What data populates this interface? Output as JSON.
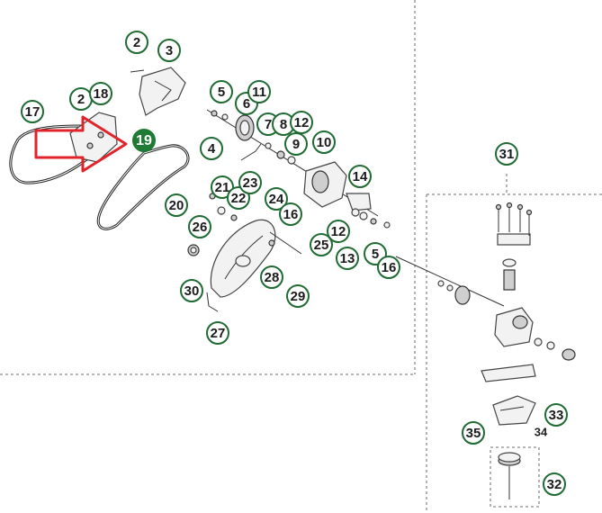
{
  "callouts": [
    {
      "id": "c-2a",
      "label": "2"
    },
    {
      "id": "c-3",
      "label": "3"
    },
    {
      "id": "c-17",
      "label": "17"
    },
    {
      "id": "c-2b",
      "label": "2"
    },
    {
      "id": "c-18",
      "label": "18"
    },
    {
      "id": "c-19",
      "label": "19",
      "highlight": true
    },
    {
      "id": "c-5a",
      "label": "5"
    },
    {
      "id": "c-6",
      "label": "6"
    },
    {
      "id": "c-11",
      "label": "11"
    },
    {
      "id": "c-7",
      "label": "7"
    },
    {
      "id": "c-8",
      "label": "8"
    },
    {
      "id": "c-12a",
      "label": "12"
    },
    {
      "id": "c-9",
      "label": "9"
    },
    {
      "id": "c-10",
      "label": "10"
    },
    {
      "id": "c-4",
      "label": "4"
    },
    {
      "id": "c-14",
      "label": "14"
    },
    {
      "id": "c-21",
      "label": "21"
    },
    {
      "id": "c-22",
      "label": "22"
    },
    {
      "id": "c-23",
      "label": "23"
    },
    {
      "id": "c-20",
      "label": "20"
    },
    {
      "id": "c-24",
      "label": "24"
    },
    {
      "id": "c-16a",
      "label": "16"
    },
    {
      "id": "c-26",
      "label": "26"
    },
    {
      "id": "c-12b",
      "label": "12"
    },
    {
      "id": "c-25",
      "label": "25"
    },
    {
      "id": "c-13",
      "label": "13"
    },
    {
      "id": "c-5b",
      "label": "5"
    },
    {
      "id": "c-16b",
      "label": "16"
    },
    {
      "id": "c-30",
      "label": "30"
    },
    {
      "id": "c-28",
      "label": "28"
    },
    {
      "id": "c-29",
      "label": "29"
    },
    {
      "id": "c-27",
      "label": "27"
    },
    {
      "id": "c-31",
      "label": "31"
    },
    {
      "id": "c-33",
      "label": "33"
    },
    {
      "id": "c-35",
      "label": "35"
    },
    {
      "id": "c-32",
      "label": "32"
    }
  ],
  "plain_labels": [
    {
      "id": "t-34",
      "label": "34"
    }
  ],
  "colors": {
    "callout_stroke": "#1f6b33",
    "highlight_fill": "#1f7a36",
    "arrow_red": "#e0242a",
    "dashed_border": "#8a8a8a"
  },
  "icons": {
    "arrow": "red-outline-arrow-icon"
  }
}
